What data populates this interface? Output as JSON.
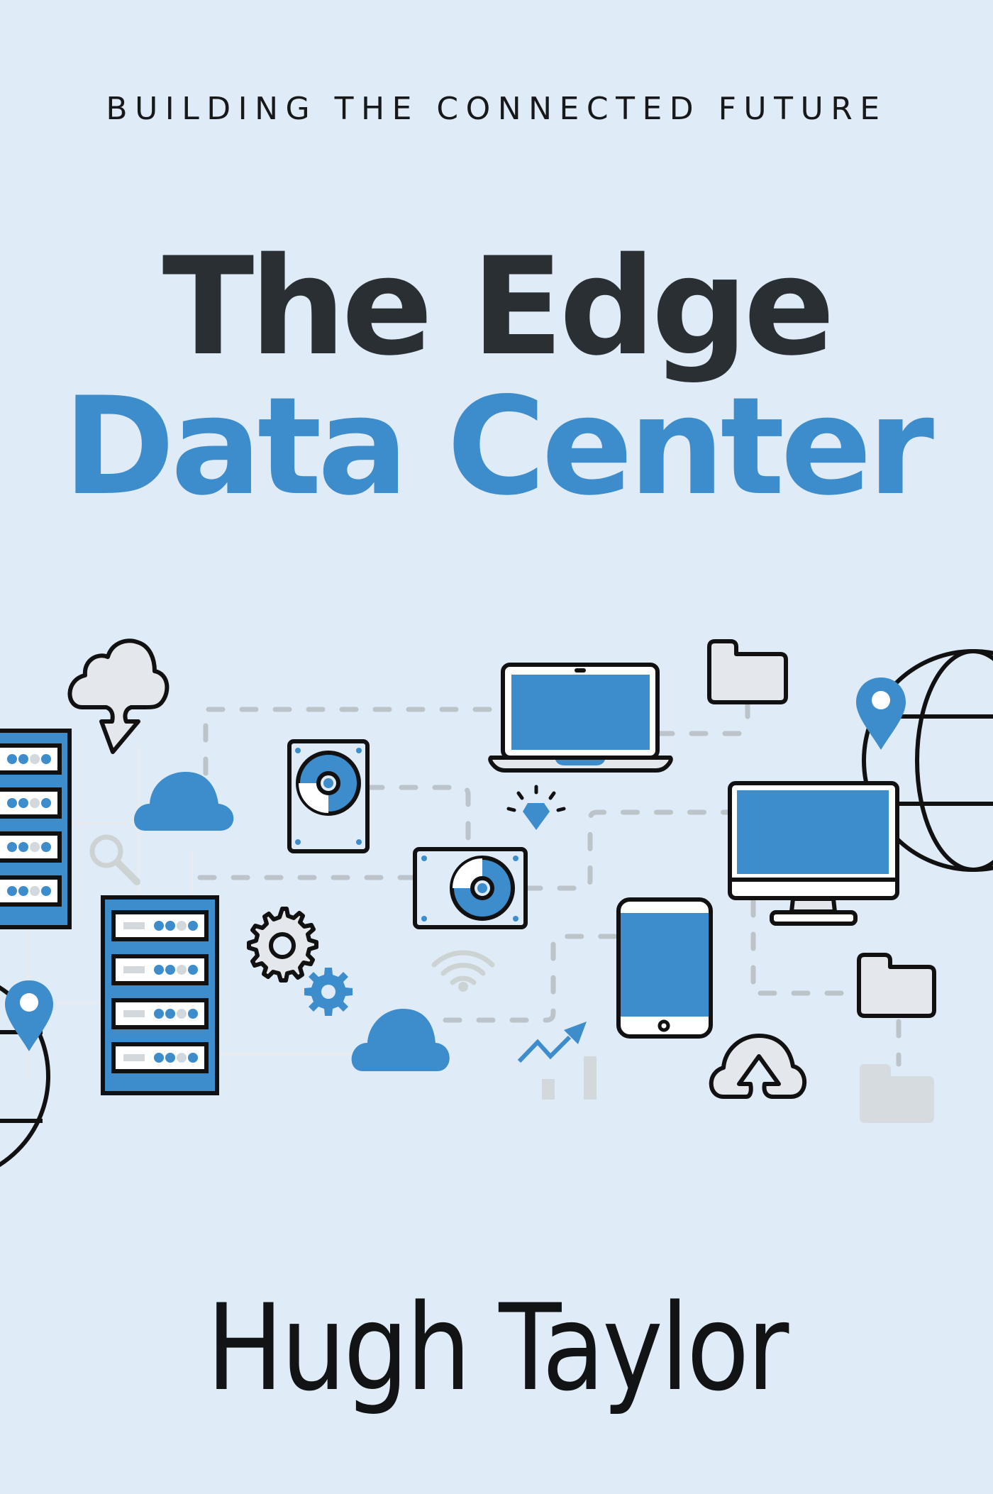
{
  "cover": {
    "series_tagline": "BUILDING THE CONNECTED FUTURE",
    "title_line_1": "The Edge",
    "title_line_2": "Data Center",
    "author": "Hugh Taylor"
  },
  "colors": {
    "background": "#dfebf6",
    "accent_blue": "#3d8ccc",
    "title_dark": "#2a2f33",
    "outline": "#111111",
    "icon_fill_light": "#e4e8ec",
    "dashed_connector": "#bcc3c9"
  },
  "illustration": {
    "icons": [
      "cloud-download-icon",
      "server-rack-icon",
      "cloud-icon",
      "search-icon",
      "hard-drive-icon",
      "laptop-icon",
      "diamond-icon",
      "folder-icon",
      "location-pin-icon",
      "globe-icon",
      "desktop-monitor-icon",
      "gear-icon",
      "wifi-icon",
      "tablet-icon",
      "trend-arrow-icon",
      "bar-chart-icon",
      "cloud-upload-icon"
    ]
  }
}
